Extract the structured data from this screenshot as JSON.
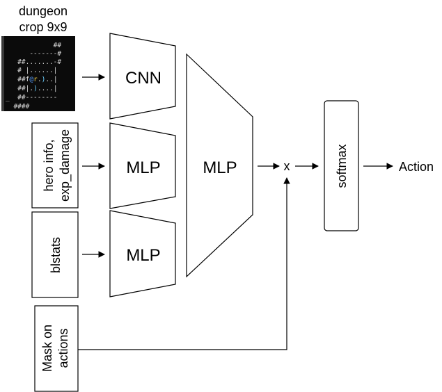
{
  "inputs": {
    "dungeon_label_line1": "dungeon",
    "dungeon_label_line2": "crop 9x9",
    "hero_info_line1": "hero info,",
    "hero_info_line2": "exp_damage",
    "blstats": "blstats",
    "mask_line1": "Mask on",
    "mask_line2": "actions"
  },
  "dungeon_crop": {
    "rows": [
      "            ##",
      "      -------#",
      "   ##.......-#",
      "   # |......|",
      "   ##f@r.)..|",
      "   ##|.)....|",
      "_  ##--------",
      "  ####"
    ],
    "colors": {
      "background": "#0b0b0b",
      "text": "#d8d8d8",
      "pet": "#e8e8e8",
      "hero": "#5aa0ff",
      "monster": "#e6c64a",
      "item": "#6ad0ff"
    }
  },
  "encoders": {
    "cnn": "CNN",
    "mlp_hero": "MLP",
    "mlp_blstats": "MLP"
  },
  "core": {
    "mlp": "MLP"
  },
  "ops": {
    "multiply": "x",
    "softmax": "softmax"
  },
  "output": {
    "action": "Action"
  }
}
